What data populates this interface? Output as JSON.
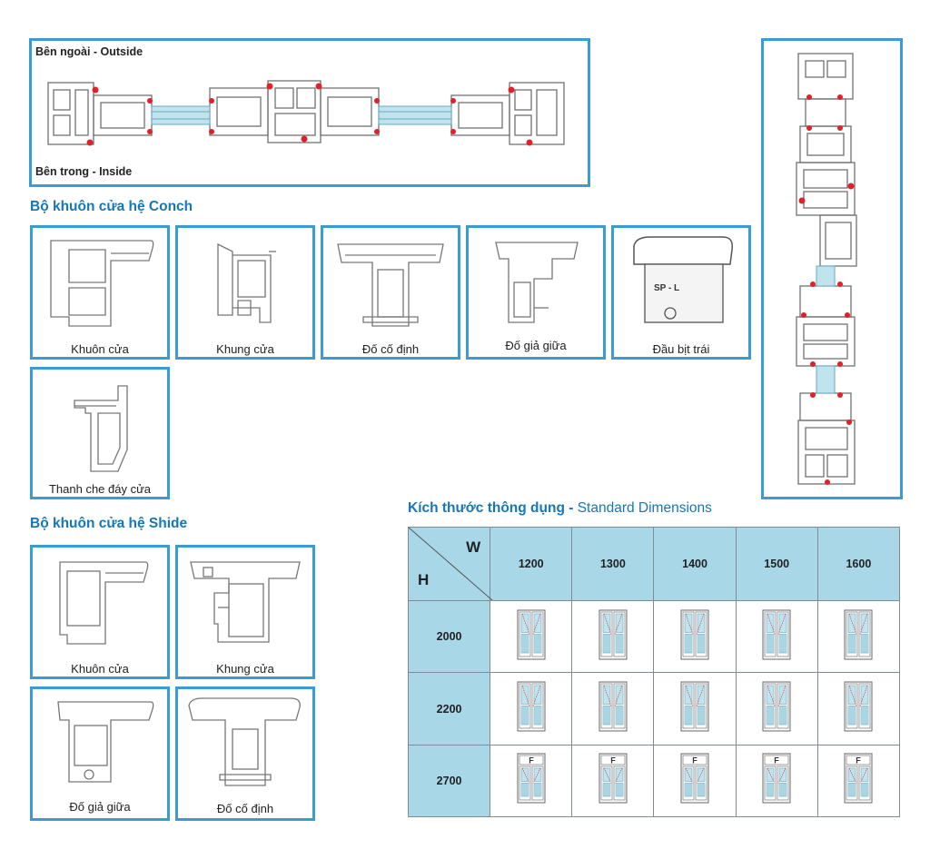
{
  "cross_section": {
    "outside_label": "Bên ngoài - Outside",
    "inside_label": "Bên trong - Inside"
  },
  "conch": {
    "heading": "Bộ khuôn cửa hệ Conch",
    "items": [
      {
        "label": "Khuôn cửa",
        "icon": "frame-profile-icon"
      },
      {
        "label": "Khung cửa",
        "icon": "sash-profile-icon"
      },
      {
        "label": "Đố cố định",
        "icon": "fixed-mullion-profile-icon"
      },
      {
        "label": "Đố giả giữa",
        "icon": "false-mullion-profile-icon"
      },
      {
        "label": "Đầu bịt trái",
        "icon": "left-end-cap-icon",
        "cap_text": "SP - L"
      },
      {
        "label": "Thanh che đáy cửa",
        "icon": "bottom-cover-profile-icon"
      }
    ]
  },
  "shide": {
    "heading": "Bộ khuôn cửa hệ Shide",
    "items": [
      {
        "label": "Khuôn cửa",
        "icon": "frame-profile-icon"
      },
      {
        "label": "Khung cửa",
        "icon": "sash-profile-icon"
      },
      {
        "label": "Đố giả giữa",
        "icon": "false-mullion-profile-icon"
      },
      {
        "label": "Đố cố định",
        "icon": "fixed-mullion-profile-icon"
      }
    ]
  },
  "dimensions": {
    "heading_vi": "Kích thước thông dụng - ",
    "heading_en": "Standard Dimensions",
    "corner_w": "W",
    "corner_h": "H",
    "widths": [
      "1200",
      "1300",
      "1400",
      "1500",
      "1600"
    ],
    "heights": [
      "2000",
      "2200",
      "2700"
    ],
    "transom_label": "F"
  },
  "colors": {
    "accent": "#3a9bd5",
    "heading": "#1577b7",
    "table_header": "#a8d8e8",
    "gasket": "#e0202a",
    "glass": "#bfe4ee"
  }
}
